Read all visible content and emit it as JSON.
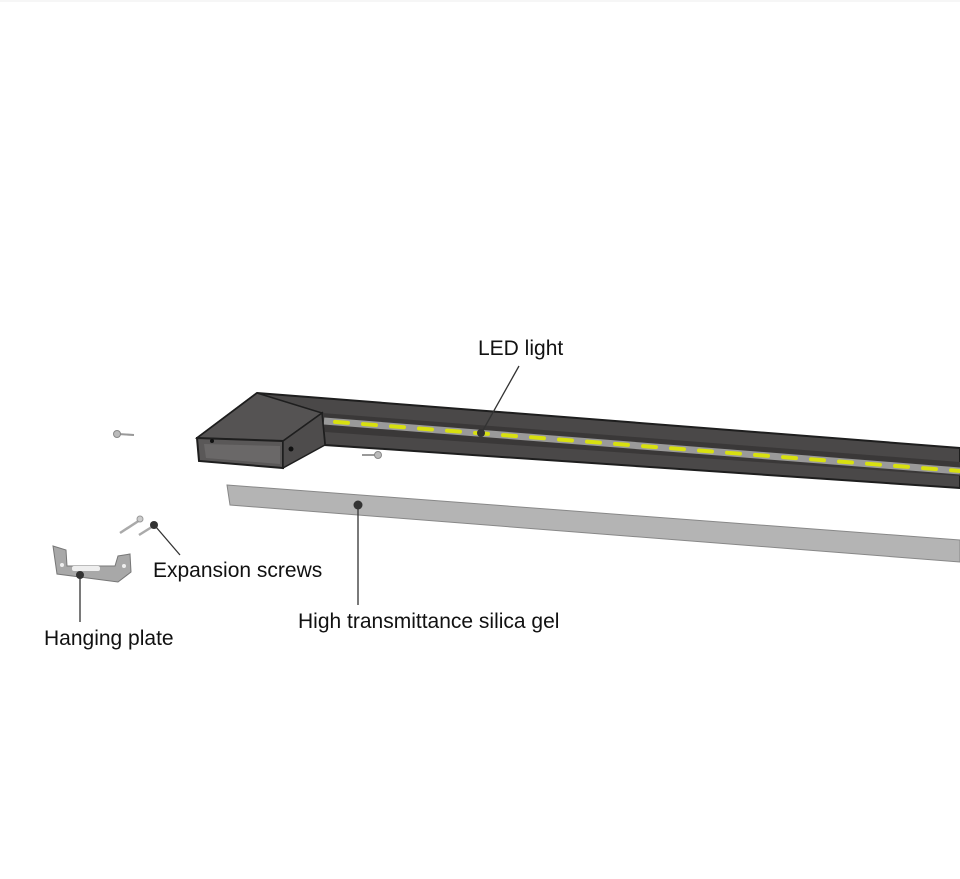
{
  "labels": {
    "led_light": "LED light",
    "expansion_screws": "Expansion screws",
    "hanging_plate": "Hanging plate",
    "silica_gel": "High transmittance silica gel"
  },
  "colors": {
    "housing": "#4a4848",
    "housing_edge": "#1e1e1e",
    "led": "#d8e010",
    "strip": "#9a9a9a",
    "silica_gel": "#b4b4b4",
    "plate": "#a8a8a8"
  }
}
